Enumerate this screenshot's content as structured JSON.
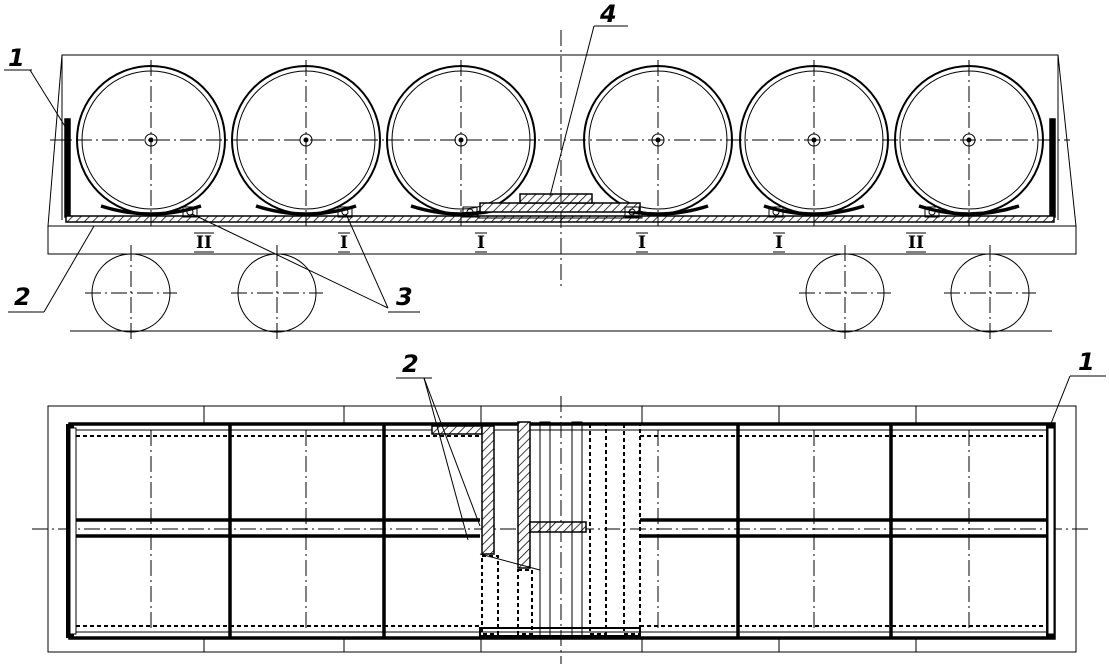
{
  "side_view": {
    "callouts": [
      "1",
      "2",
      "3",
      "4"
    ],
    "sections": [
      "II",
      "I",
      "I",
      "I",
      "I",
      "II"
    ]
  },
  "plan_view": {
    "callouts": [
      "2",
      "1"
    ]
  }
}
